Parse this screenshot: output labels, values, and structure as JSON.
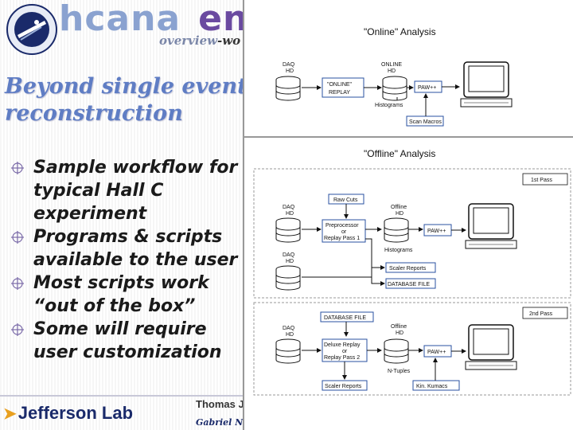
{
  "header": {
    "brand_part1": "hcana",
    "brand_part2": "en",
    "subtitle_part1": "overview",
    "subtitle_part2": "-wo"
  },
  "slide": {
    "title_line1": "Beyond single event",
    "title_line2": "reconstruction",
    "bullets": [
      {
        "lines": [
          "Sample workflow for",
          "typical Hall C",
          "experiment"
        ]
      },
      {
        "lines": [
          "Programs & scripts",
          "available to the user"
        ]
      },
      {
        "lines": [
          "Most scripts work",
          "“out of the box”"
        ]
      },
      {
        "lines": [
          "Some will require",
          "user customization"
        ]
      }
    ]
  },
  "footer": {
    "lab_name": "Jefferson Lab",
    "author_top": "Thomas Je",
    "author_bottom": "Gabriel N"
  },
  "diagram": {
    "online": {
      "title": "\"Online\" Analysis",
      "daq_hd": [
        "DAQ",
        "HD"
      ],
      "online_hd": [
        "ONLINE",
        "HD"
      ],
      "replay": [
        "\"ONLINE\"",
        "REPLAY"
      ],
      "paw": "PAW++",
      "histograms": "Histograms",
      "scan_macros": "Scan Macros"
    },
    "offline": {
      "title": "\"Offline\" Analysis",
      "first_pass": {
        "label": "1st Pass",
        "daq_hd": [
          "DAQ",
          "HD"
        ],
        "daq_hd2": [
          "DAQ",
          "HD"
        ],
        "offline_hd": [
          "Offline",
          "HD"
        ],
        "raw_cuts": "Raw Cuts",
        "preprocessor": [
          "Preprocessor",
          "or",
          "Replay Pass 1"
        ],
        "paw": "PAW++",
        "histograms": "Histograms",
        "scaler_reports": "Scaler Reports",
        "database_file": "DATABASE FILE"
      },
      "second_pass": {
        "label": "2nd Pass",
        "database_file": "DATABASE FILE",
        "daq_hd": [
          "DAQ",
          "HD"
        ],
        "offline_hd": [
          "Offline",
          "HD"
        ],
        "replay2": [
          "Deluxe Replay",
          "or",
          "Replay Pass 2"
        ],
        "paw": "PAW++",
        "ntuples": "N-Tuples",
        "scaler_reports": "Scaler Reports",
        "kumac": "Kin. Kumacs"
      }
    }
  }
}
